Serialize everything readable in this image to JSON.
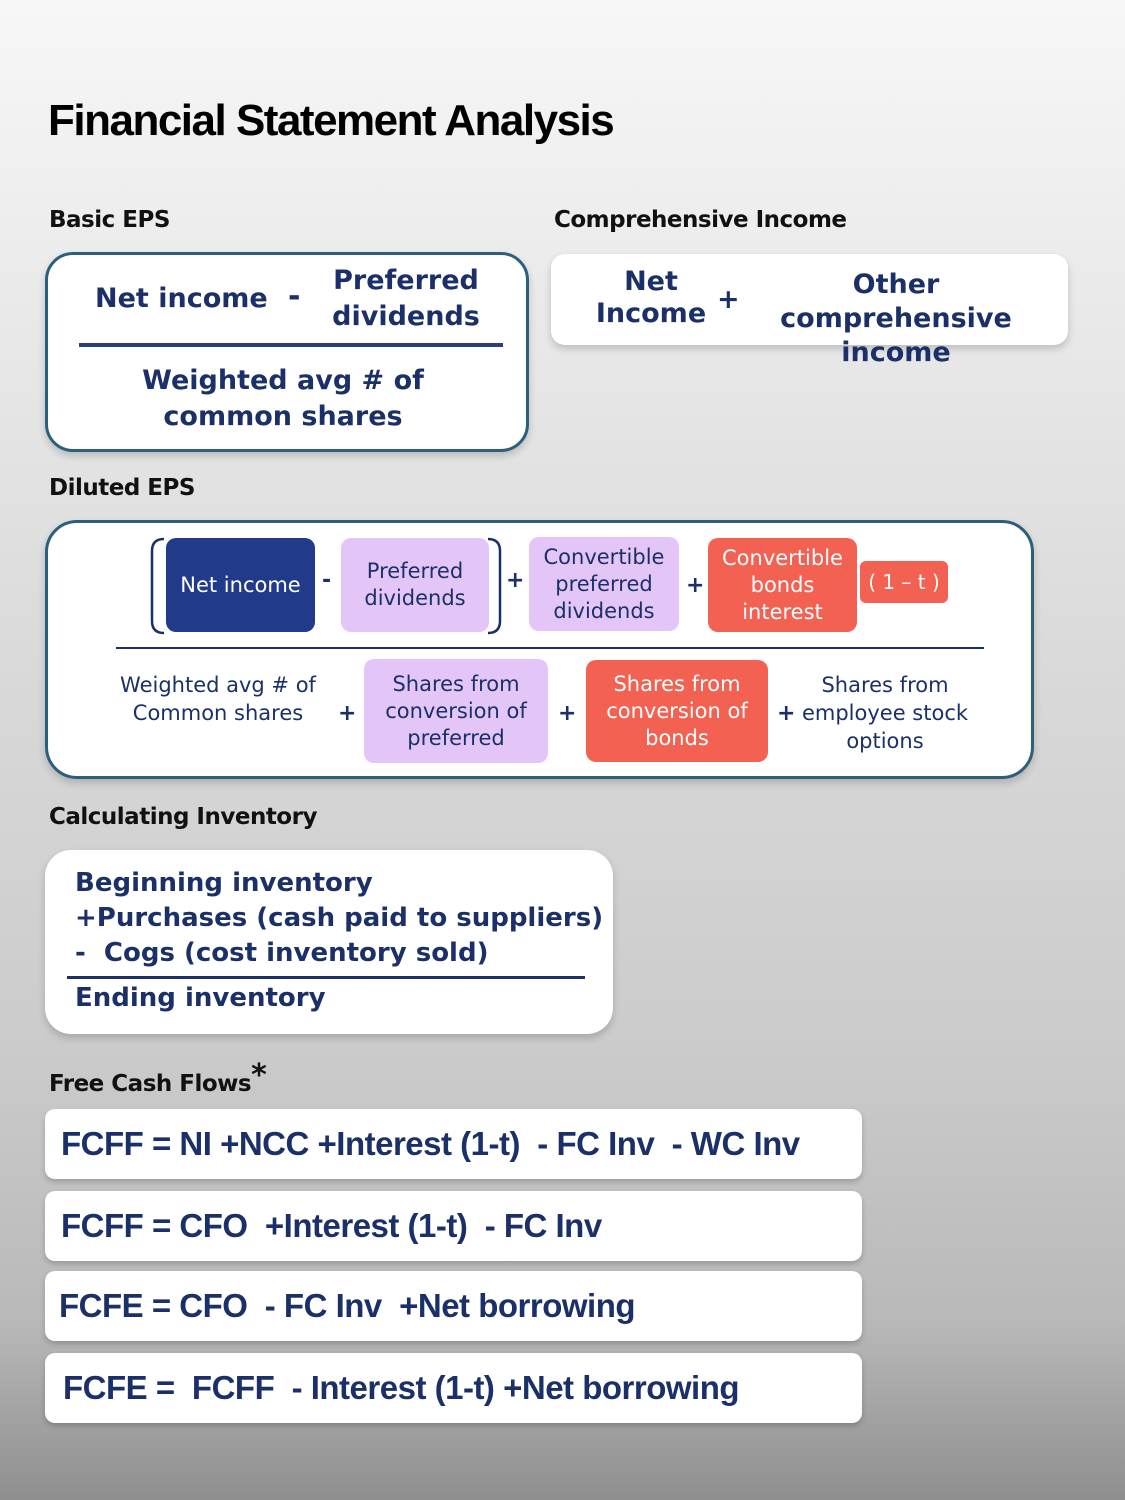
{
  "title": "Financial Statement Analysis",
  "basic_eps": {
    "label": "Basic EPS",
    "numerator_left": "Net income",
    "minus": "-",
    "numerator_right": "Preferred dividends",
    "denominator_line1": "Weighted avg # of",
    "denominator_line2": "common shares"
  },
  "comprehensive_income": {
    "label": "Comprehensive Income",
    "left": "Net Income",
    "plus": "+",
    "right": "Other comprehensive income"
  },
  "diluted_eps": {
    "label": "Diluted EPS",
    "numerator": {
      "net_income": "Net income",
      "minus": "-",
      "preferred_dividends": "Preferred dividends",
      "plus1": "+",
      "convertible_preferred_dividends": "Convertible preferred dividends",
      "plus2": "+",
      "convertible_bonds_interest": "Convertible bonds interest",
      "tax_factor": "( 1 – t )"
    },
    "denominator": {
      "weighted_avg": "Weighted avg # of Common shares",
      "plus1": "+",
      "shares_conversion_preferred": "Shares from conversion of preferred",
      "plus2": "+",
      "shares_conversion_bonds": "Shares from conversion of bonds",
      "plus3": "+",
      "shares_employee_options": "Shares from employee stock options"
    }
  },
  "inventory": {
    "label": "Calculating Inventory",
    "line1": "Beginning inventory",
    "line2": "+Purchases (cash paid to suppliers)",
    "line3": "-  Cogs (cost inventory sold)",
    "result": "Ending inventory"
  },
  "free_cash_flows": {
    "label": "Free Cash Flows",
    "asterisk": "*",
    "formulas": [
      "FCFF = NI +NCC +Interest (1-t)  - FC Inv  - WC Inv",
      "FCFF = CFO  +Interest (1-t)  - FC Inv",
      "FCFE = CFO  - FC Inv  +Net borrowing",
      "FCFE =  FCFF  - Interest (1-t) +Net borrowing"
    ]
  },
  "colors": {
    "navy_text": "#1b3068",
    "navy_pill": "#223a8a",
    "lilac_pill": "#e3c6f7",
    "red_pill": "#f26151",
    "border_teal": "#2b5f7c"
  }
}
